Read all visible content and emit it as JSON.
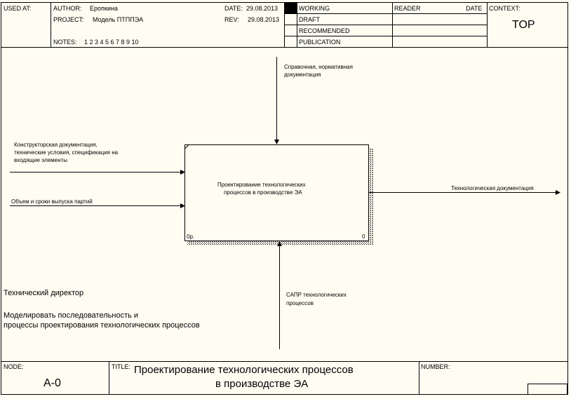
{
  "header": {
    "used_at_label": "USED AT:",
    "author_label": "AUTHOR:",
    "author": "Еропкина",
    "project_label": "PROJECT:",
    "project": "Модель ПТППЭА",
    "notes_label": "NOTES:",
    "notes": "1  2  3  4  5  6  7  8  9  10",
    "date_label": "DATE:",
    "date": "29.08.2013",
    "rev_label": "REV:",
    "rev": "29.08.2013",
    "status": [
      "WORKING",
      "DRAFT",
      "RECOMMENDED",
      "PUBLICATION"
    ],
    "reader_label": "READER",
    "reader_date_label": "DATE",
    "context_label": "CONTEXT:",
    "context_value": "TOP"
  },
  "diagram": {
    "activity_text_line1": "Проектирование    технологических",
    "activity_text_line2": "процессов    в производстве    ЭА",
    "activity_cost": "0р.",
    "activity_number": "0",
    "control_label_line1": "Справочная, нормативная",
    "control_label_line2": "документация",
    "input1_label_line1": "Конструкторская документация,",
    "input1_label_line2": "технические условия, спецификация на",
    "input1_label_line3": "входящие элементы",
    "input2_label": "Объем и сроки выпуска партий",
    "output_label": "Технологическая документация",
    "mechanism_label_line1": "САПР технологических",
    "mechanism_label_line2": "процессов",
    "viewpoint": "Технический директор",
    "purpose_line1": "Моделировать последовательность и",
    "purpose_line2": "процессы  проектирования  технологических  процессов"
  },
  "footer": {
    "node_label": "NODE:",
    "node_value": "А-0",
    "title_label": "TITLE:",
    "title_line1": "Проектирование    технологических     процессов",
    "title_line2": "в производстве    ЭА",
    "number_label": "NUMBER:"
  },
  "colors": {
    "background": "#fffdf2",
    "line": "#000000"
  }
}
